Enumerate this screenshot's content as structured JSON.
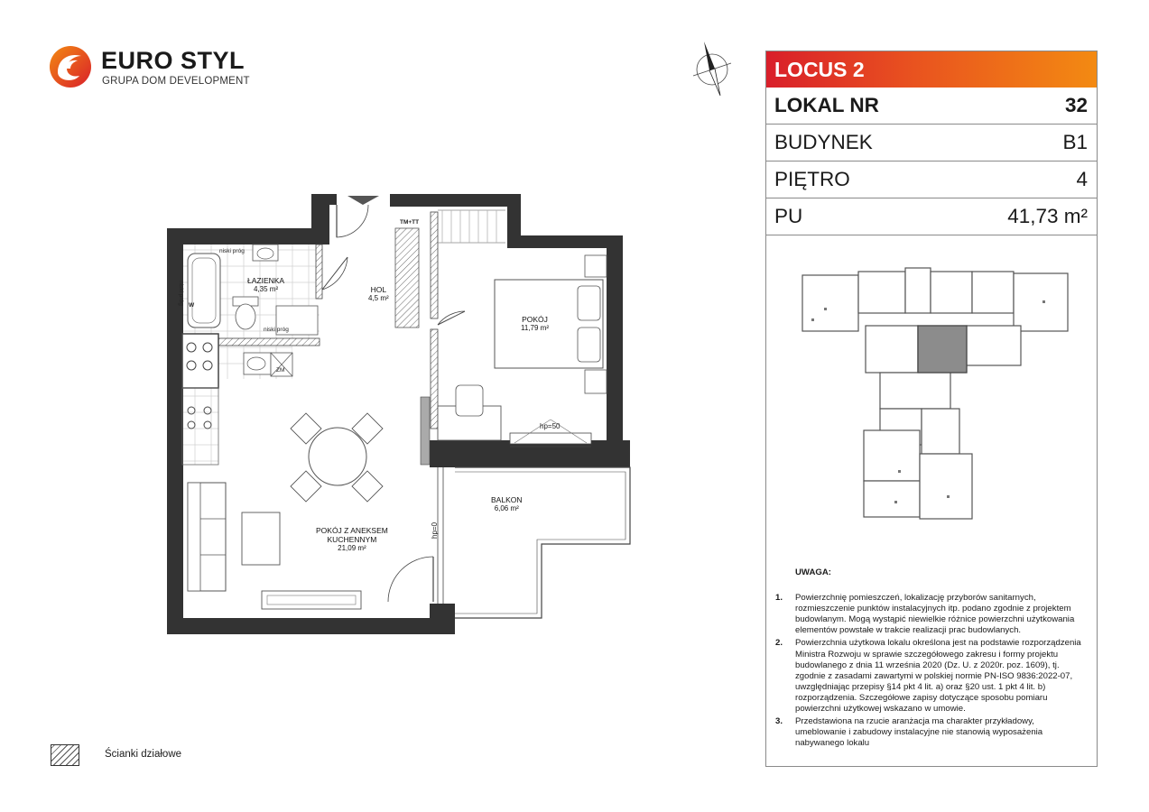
{
  "brand": {
    "name": "EURO STYL",
    "tagline": "GRUPA DOM DEVELOPMENT",
    "colors": {
      "red": "#d91f2a",
      "orange": "#f38a12"
    }
  },
  "compass": {
    "icon": "north-arrow-icon"
  },
  "info": {
    "project": "LOCUS 2",
    "rows": [
      {
        "label": "LOKAL NR",
        "value": "32"
      },
      {
        "label": "BUDYNEK",
        "value": "B1"
      },
      {
        "label": "PIĘTRO",
        "value": "4"
      },
      {
        "label": "PU",
        "value": "41,73 m²"
      }
    ]
  },
  "rooms": {
    "lazienka": {
      "name": "ŁAZIENKA",
      "area": "4,35 m²"
    },
    "hol": {
      "name": "HOL",
      "area": "4,5 m²"
    },
    "pokoj": {
      "name": "POKÓJ",
      "area": "11,79 m²"
    },
    "salon": {
      "name1": "POKÓJ Z ANEKSEM",
      "name2": "KUCHENNYM",
      "area": "21,09 m²"
    },
    "balkon": {
      "name": "BALKON",
      "area": "6,06 m²"
    }
  },
  "plan_labels": {
    "tm_tt": "TM+TT",
    "niski_prog_1": "niski próg",
    "niski_prog_2": "niski próg",
    "niski_prog_3": "niski próg",
    "zm": "ZM",
    "hp50": "hp=50",
    "hp0": "hp=0",
    "w": "W"
  },
  "notes": {
    "title": "UWAGA:",
    "items": [
      {
        "num": "1.",
        "text": "Powierzchnię pomieszczeń, lokalizację przyborów sanitarnych, rozmieszczenie punktów instalacyjnych itp. podano zgodnie z projektem budowlanym. Mogą wystąpić niewielkie różnice powierzchni użytkowania elementów powstałe w trakcie realizacji prac budowlanych."
      },
      {
        "num": "2.",
        "text": "Powierzchnia użytkowa lokalu określona jest na podstawie rozporządzenia Ministra Rozwoju w sprawie szczegółowego zakresu i formy projektu budowlanego z dnia 11 września 2020 (Dz. U. z 2020r. poz. 1609), tj. zgodnie z zasadami zawartymi w polskiej normie PN-ISO 9836:2022-07, uwzględniając przepisy §14 pkt 4 lit. a) oraz §20 ust. 1 pkt 4 lit. b) rozporządzenia. Szczegółowe zapisy dotyczące sposobu pomiaru powierzchni użytkowej wskazano w umowie."
      },
      {
        "num": "3.",
        "text": "Przedstawiona na rzucie aranżacja ma charakter przykładowy, umeblowanie i zabudowy instalacyjne nie stanowią wyposażenia nabywanego lokalu"
      }
    ]
  },
  "legend": {
    "label": "Ścianki działowe"
  }
}
